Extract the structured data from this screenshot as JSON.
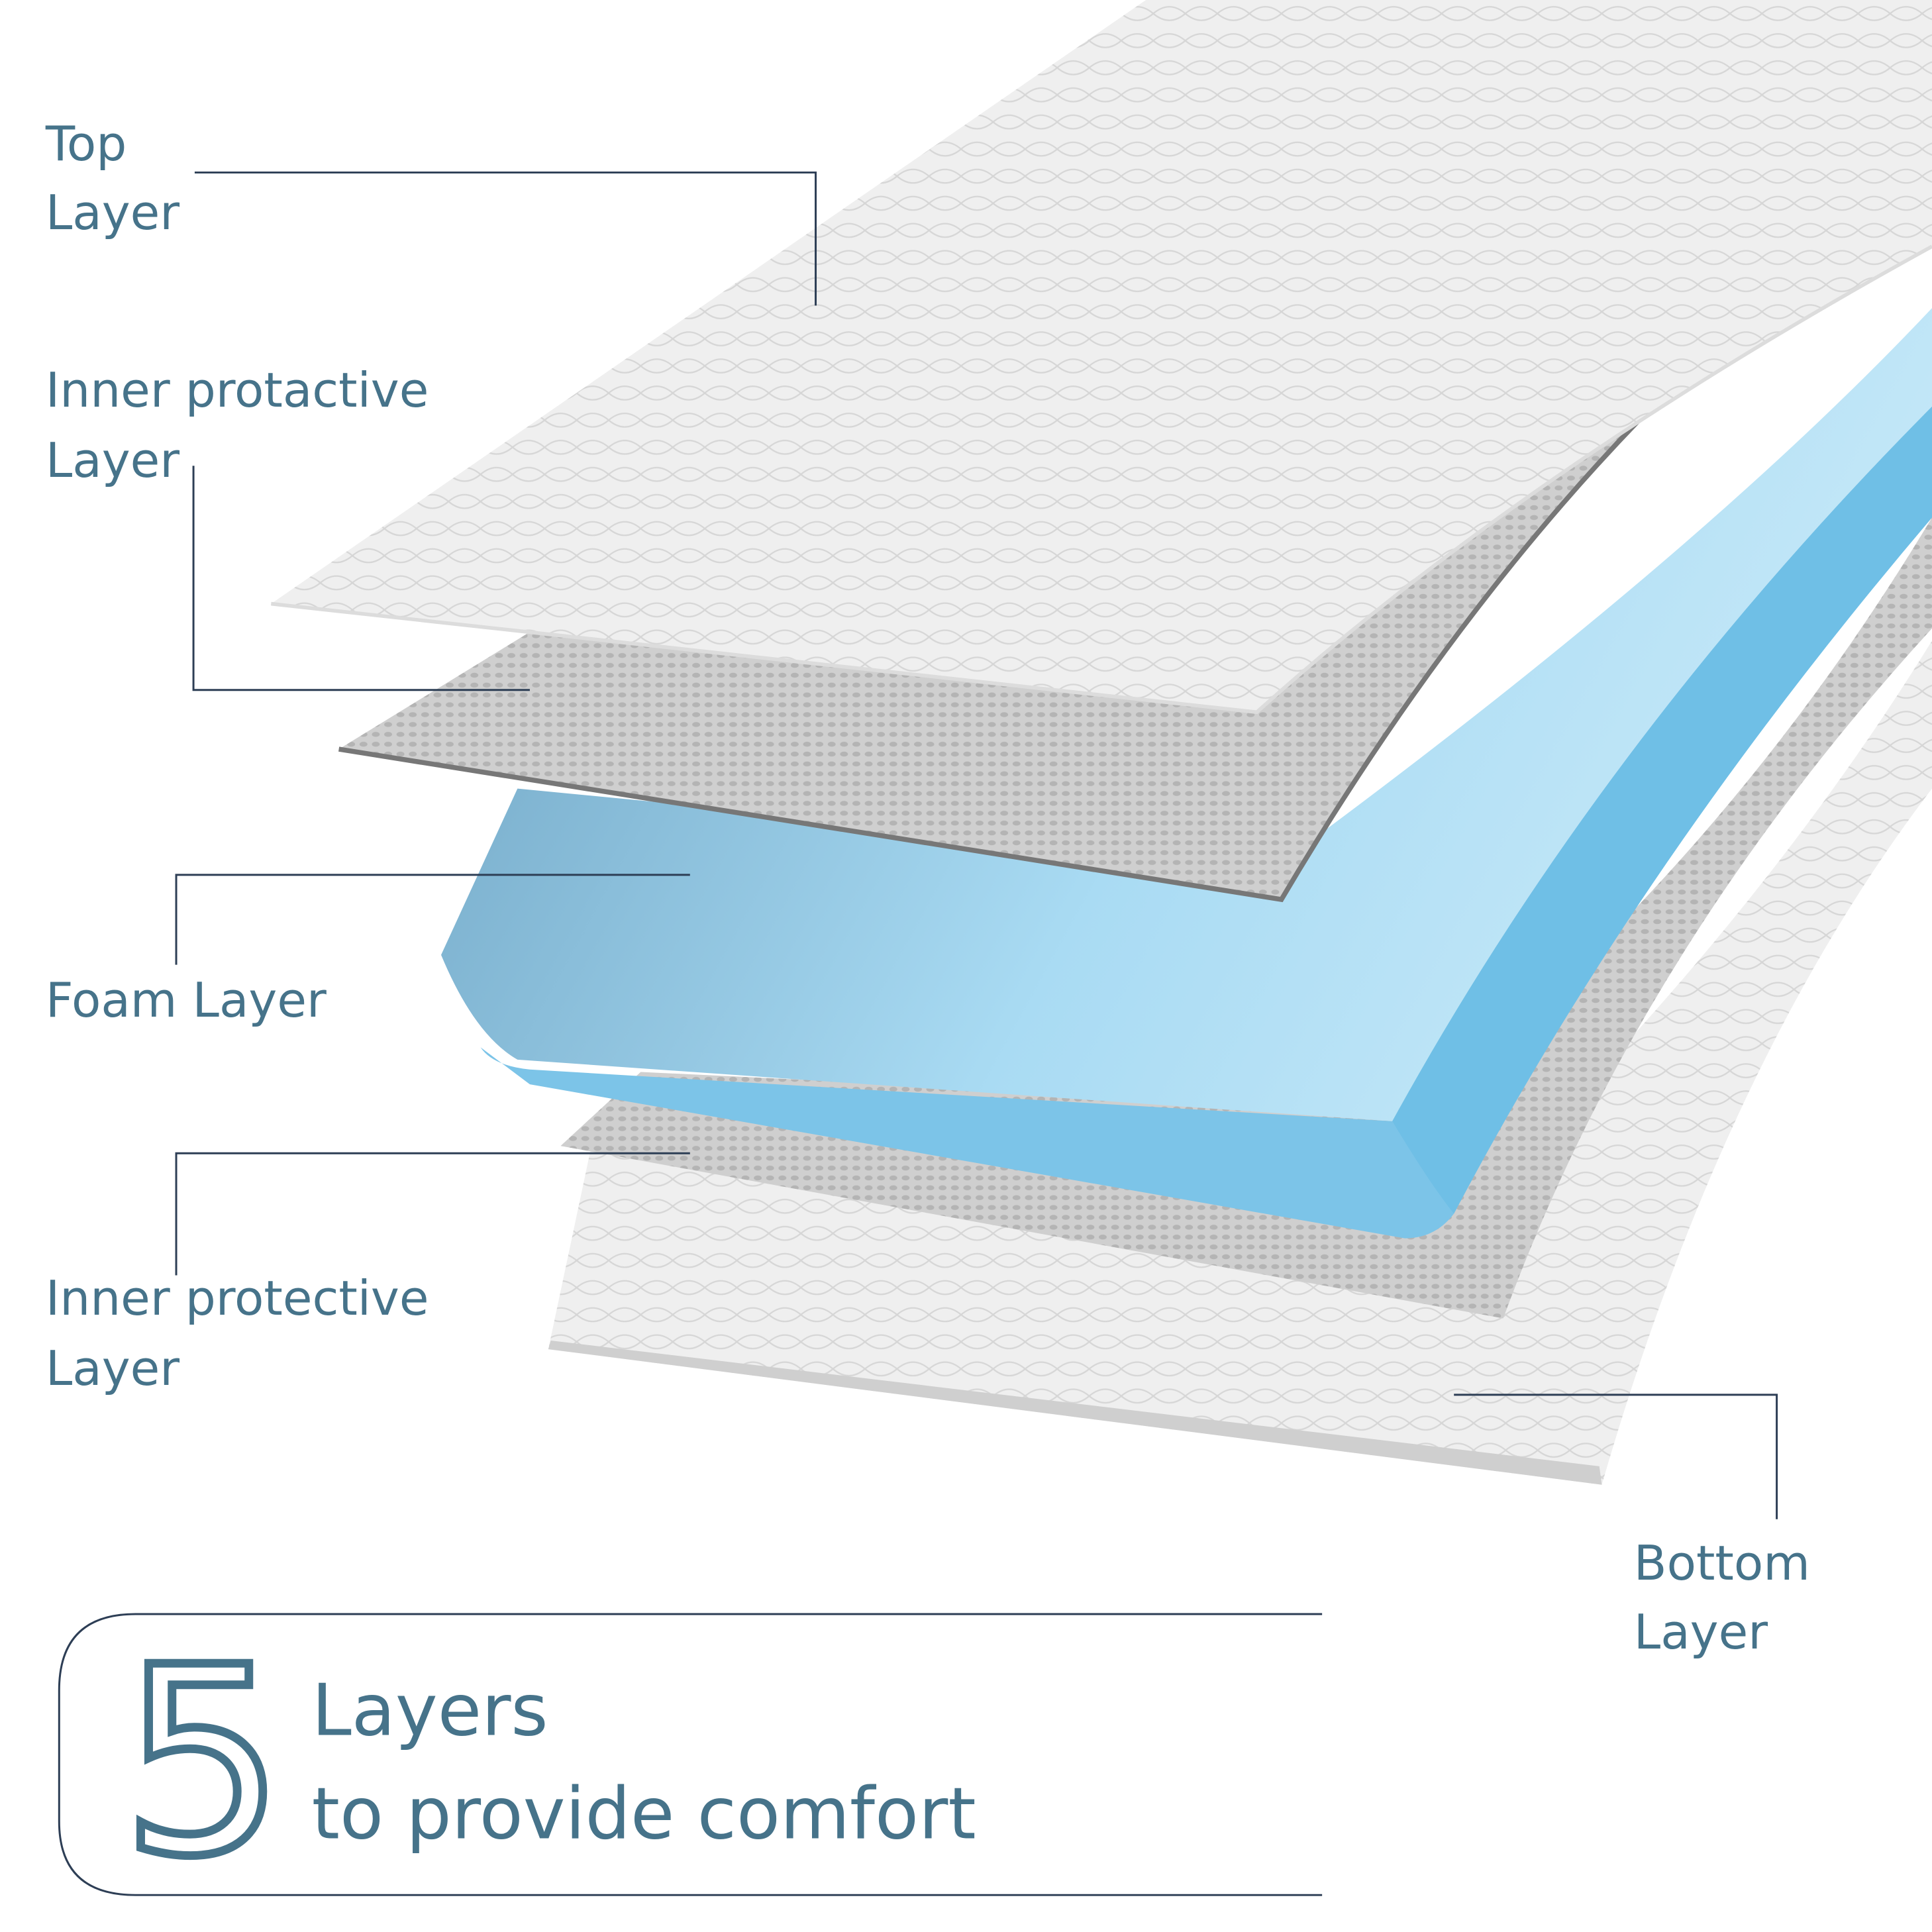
{
  "labels": {
    "top": [
      "Top",
      "Layer"
    ],
    "inner_1": [
      "Inner protactive",
      "Layer"
    ],
    "foam": "Foam Layer",
    "inner_2": [
      "Inner protective",
      "Layer"
    ],
    "bottom": [
      "Bottom",
      "Layer"
    ]
  },
  "banner": {
    "number": "5",
    "line1": "Layers",
    "line2": "to provide comfort"
  },
  "colors": {
    "text": "#46738a",
    "lines": "#2d3e55",
    "foam": "#8ccbe8",
    "foam_side": "#6fbfe6",
    "mesh": "#c9c9c9",
    "fabric": "#ededed"
  }
}
